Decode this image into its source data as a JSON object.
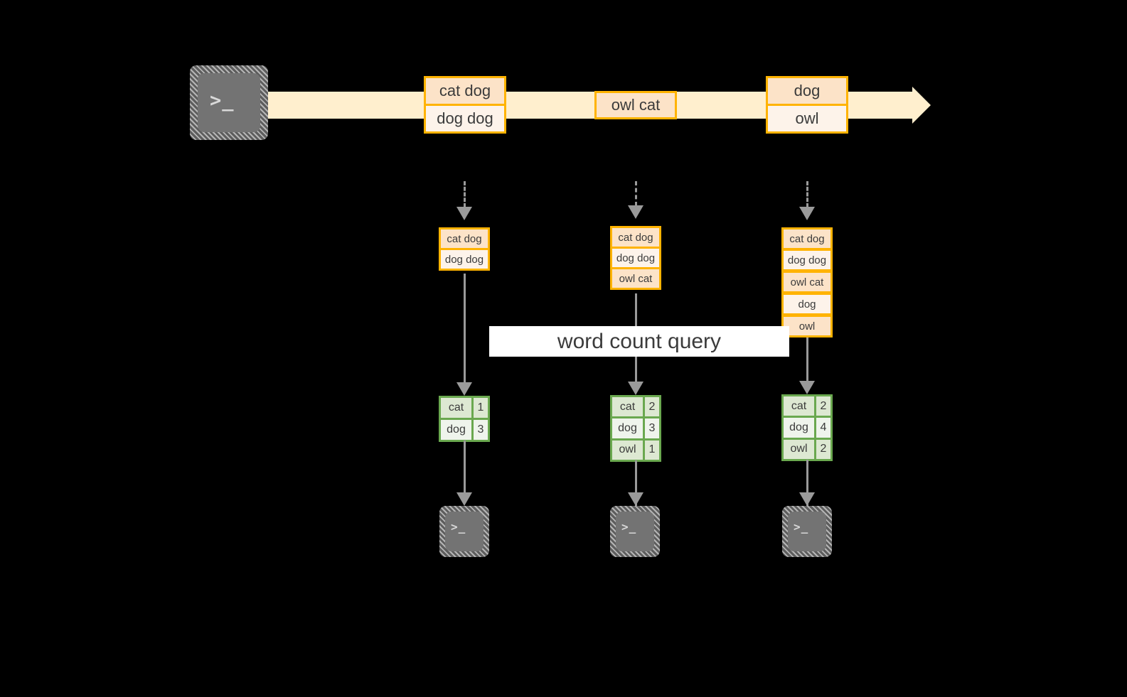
{
  "diagram": {
    "title_label": "word count query",
    "colors": {
      "stream_band": "#ffefce",
      "record_border": "#ffb300",
      "record_fill_dark": "#fce3c8",
      "record_fill_light": "#fdf3ea",
      "table_border": "#6aa84f",
      "table_fill_dark": "#dde8d2",
      "table_fill_light": "#eff4ec",
      "connector": "#9a9a9a",
      "terminal_face": "#737373",
      "background": "#000000"
    },
    "source": {
      "icon": "terminal-icon",
      "prompt_glyph": ">_"
    },
    "stream_records": [
      {
        "lines": [
          "cat dog",
          "dog dog"
        ]
      },
      {
        "lines": [
          "owl cat"
        ]
      },
      {
        "lines": [
          "dog",
          "owl"
        ]
      }
    ],
    "snapshots": [
      {
        "rows": [
          "cat dog",
          "dog dog"
        ],
        "counts": {
          "keys": [
            "cat",
            "dog"
          ],
          "values": [
            "1",
            "3"
          ]
        },
        "sink_icon": "terminal-icon",
        "sink_prompt_glyph": ">_"
      },
      {
        "rows": [
          "cat dog",
          "dog dog",
          "owl cat"
        ],
        "counts": {
          "keys": [
            "cat",
            "dog",
            "owl"
          ],
          "values": [
            "2",
            "3",
            "1"
          ]
        },
        "sink_icon": "terminal-icon",
        "sink_prompt_glyph": ">_"
      },
      {
        "rows": [
          "cat dog",
          "dog dog",
          "owl cat",
          "dog",
          "owl"
        ],
        "counts": {
          "keys": [
            "cat",
            "dog",
            "owl"
          ],
          "values": [
            "2",
            "4",
            "2"
          ]
        },
        "sink_icon": "terminal-icon",
        "sink_prompt_glyph": ">_"
      }
    ]
  }
}
